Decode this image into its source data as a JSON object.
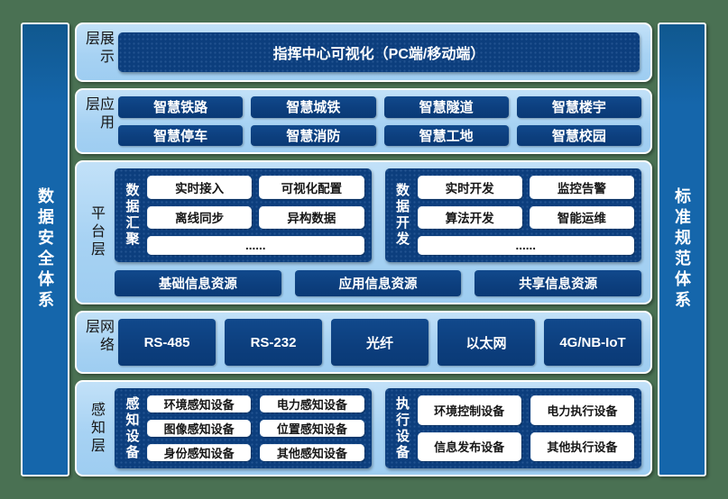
{
  "sidebars": {
    "left": "数据安全体系",
    "right": "标准规范体系"
  },
  "layers": {
    "presentation": {
      "label": "展示层",
      "box": "指挥中心可视化（PC端/移动端）"
    },
    "application": {
      "label": "应用层",
      "items": [
        "智慧铁路",
        "智慧城铁",
        "智慧隧道",
        "智慧楼宇",
        "智慧停车",
        "智慧消防",
        "智慧工地",
        "智慧校园"
      ]
    },
    "platform": {
      "label": "平台层",
      "groups": [
        {
          "title": "数据汇聚",
          "items": [
            "实时接入",
            "可视化配置",
            "离线同步",
            "异构数据"
          ],
          "more": "......"
        },
        {
          "title": "数据开发",
          "items": [
            "实时开发",
            "监控告警",
            "算法开发",
            "智能运维"
          ],
          "more": "......"
        }
      ],
      "resources": [
        "基础信息资源",
        "应用信息资源",
        "共享信息资源"
      ]
    },
    "network": {
      "label": "网络层",
      "items": [
        "RS-485",
        "RS-232",
        "光纤",
        "以太网",
        "4G/NB-IoT"
      ]
    },
    "perception": {
      "label": "感知层",
      "groups": [
        {
          "title": "感知设备",
          "items": [
            "环境感知设备",
            "电力感知设备",
            "图像感知设备",
            "位置感知设备",
            "身份感知设备",
            "其他感知设备"
          ]
        },
        {
          "title": "执行设备",
          "items": [
            "环境控制设备",
            "电力执行设备",
            "信息发布设备",
            "其他执行设备"
          ]
        }
      ]
    }
  },
  "colors": {
    "page_background": "#4a7153",
    "panel_light_blue": "#a7d2f3",
    "navy_box": "#0c3e7d",
    "pillar_blue": "#1566ab",
    "border_white": "#fdfdfd",
    "text_dark": "#161616"
  }
}
